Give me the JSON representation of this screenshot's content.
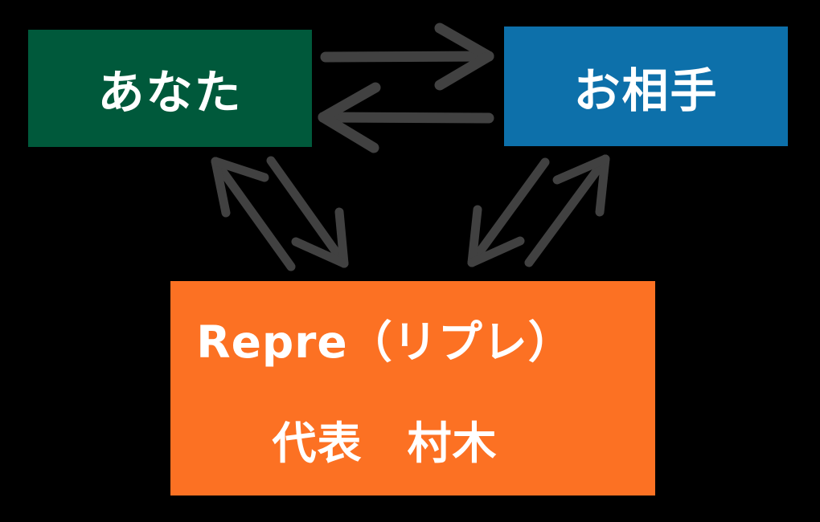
{
  "diagram": {
    "description_labels": {},
    "nodes": {
      "you": {
        "label": "あなた"
      },
      "partner": {
        "label": "お相手"
      },
      "repre": {
        "line1": "Repre（リプレ）",
        "line2": "代表　村木"
      }
    },
    "edges": [
      {
        "from": "you",
        "to": "partner",
        "style": "horizontal-right"
      },
      {
        "from": "partner",
        "to": "you",
        "style": "horizontal-left"
      },
      {
        "from": "repre",
        "to": "you",
        "style": "diagonal-up-left"
      },
      {
        "from": "you",
        "to": "repre",
        "style": "diagonal-down-right"
      },
      {
        "from": "partner",
        "to": "repre",
        "style": "diagonal-down-left"
      },
      {
        "from": "repre",
        "to": "partner",
        "style": "diagonal-up-right"
      }
    ]
  },
  "colors": {
    "bg": "#000000",
    "text": "#ffffff",
    "arrow": "#414141",
    "you": "#00593b",
    "partner": "#0d70aa",
    "repre": "#fc7123"
  }
}
